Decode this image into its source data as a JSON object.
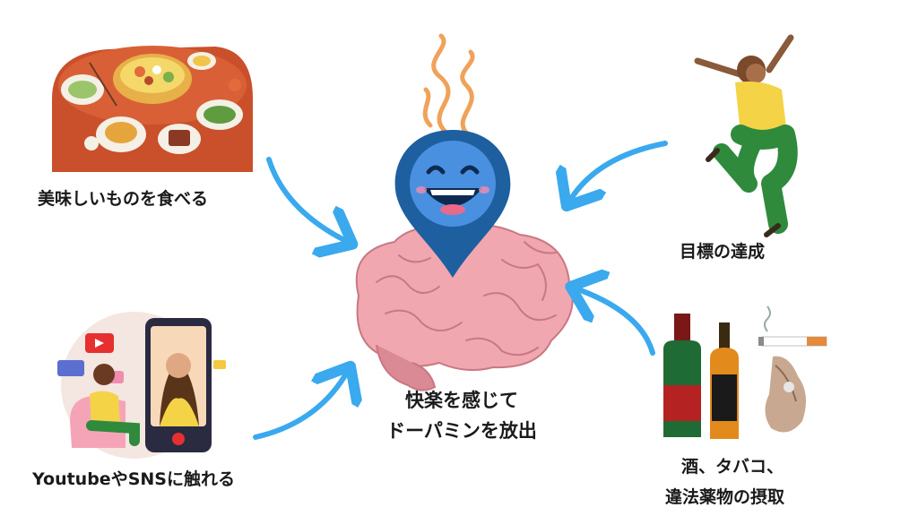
{
  "center": {
    "line1": "快楽を感じて",
    "line2": "ドーパミンを放出"
  },
  "sources": [
    {
      "label": "美味しいものを食べる"
    },
    {
      "label": "YoutubeやSNSに触れる"
    },
    {
      "label": "目標の達成"
    },
    {
      "label": "酒、タバコ、",
      "label2": "違法薬物の摂取"
    }
  ],
  "colors": {
    "arrow": "#3aa9ee",
    "brain": "#f0a7b0",
    "pin": "#1e5fa0",
    "steam": "#f0a25a",
    "table": "#c9502a",
    "shirt": "#f5d347",
    "pants": "#2f8a3c"
  },
  "icons": [
    "food-table-icon",
    "smartphone-sns-icon",
    "dancing-woman-icon",
    "alcohol-tobacco-icon",
    "brain-icon",
    "smiley-pin-icon",
    "steam-icon"
  ]
}
